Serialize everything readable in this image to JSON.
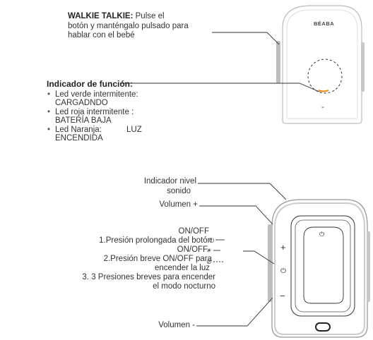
{
  "brand": "BÉABA",
  "walkie": {
    "title": "WALKIE TALKIE:",
    "line1": "Pulse el",
    "line2": "botón y manténgalo pulsado para",
    "line3": "hablar con el bebé"
  },
  "indicator": {
    "title": "Indicador de función:",
    "items": [
      {
        "l1": "Led verde intermitente:",
        "l2": "CARGADNDO"
      },
      {
        "l1": "Led  roja intermitente :",
        "l2": "BATERÍA BAJA"
      },
      {
        "l1": "Led Naranja:           LUZ",
        "l2": "ENCENDIDA"
      }
    ]
  },
  "bottom": {
    "level_l1": "Indicador nivel",
    "level_l2": "sonido",
    "vol_up": "Volumen +",
    "onoff_title": "ON/OFF",
    "press_long_l1": "1.Presión prolongada del botón",
    "press_long_l2": "ON/OFF.",
    "press_short_l1": "2.Presión breve  ON/OFF para",
    "press_short_l2": "encender la luz",
    "press_three_l1": "3. 3 Presiones breves para encender",
    "press_three_l2": "el modo nocturno",
    "vol_down": "Volumen -"
  },
  "device_buttons": {
    "plus": "+",
    "power": "⏻",
    "minus": "−",
    "top_minus": "-"
  },
  "icons": {
    "power_glyph": "⏻",
    "light_glyph": "☀",
    "moon_glyph": "⊘"
  },
  "colors": {
    "led_orange": "#e8891a",
    "outline": "#333333",
    "gray_band": "#b5b5b5"
  }
}
